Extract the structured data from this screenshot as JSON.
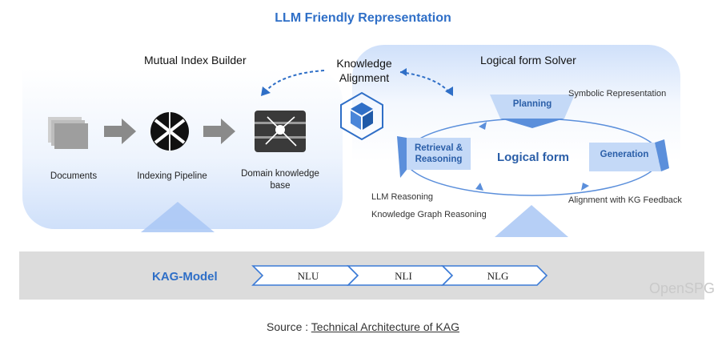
{
  "title": "LLM Friendly Representation",
  "builder": {
    "title": "Mutual Index Builder",
    "documents": "Documents",
    "indexing": "Indexing Pipeline",
    "domain_kb_line1": "Domain knowledge",
    "domain_kb_line2": "base"
  },
  "alignment": {
    "line1": "Knowledge",
    "line2": "Alignment"
  },
  "solver": {
    "title": "Logical form Solver",
    "planning": "Planning",
    "symbolic": "Symbolic Representation",
    "retrieval_line1": "Retrieval &",
    "retrieval_line2": "Reasoning",
    "logical_form": "Logical form",
    "generation": "Generation",
    "llm_reasoning": "LLM Reasoning",
    "kg_reasoning": "Knowledge Graph Reasoning",
    "alignment_kg": "Alignment with KG Feedback"
  },
  "kag": {
    "label": "KAG-Model",
    "steps": [
      "NLU",
      "NLI",
      "NLG"
    ]
  },
  "watermark": "OpenSPG",
  "source": {
    "prefix": "Source :",
    "link": "Technical Architecture of KAG"
  },
  "colors": {
    "accent": "#2f6fc7",
    "panel": "#cfe0fa",
    "bar": "#dcdcdc"
  }
}
